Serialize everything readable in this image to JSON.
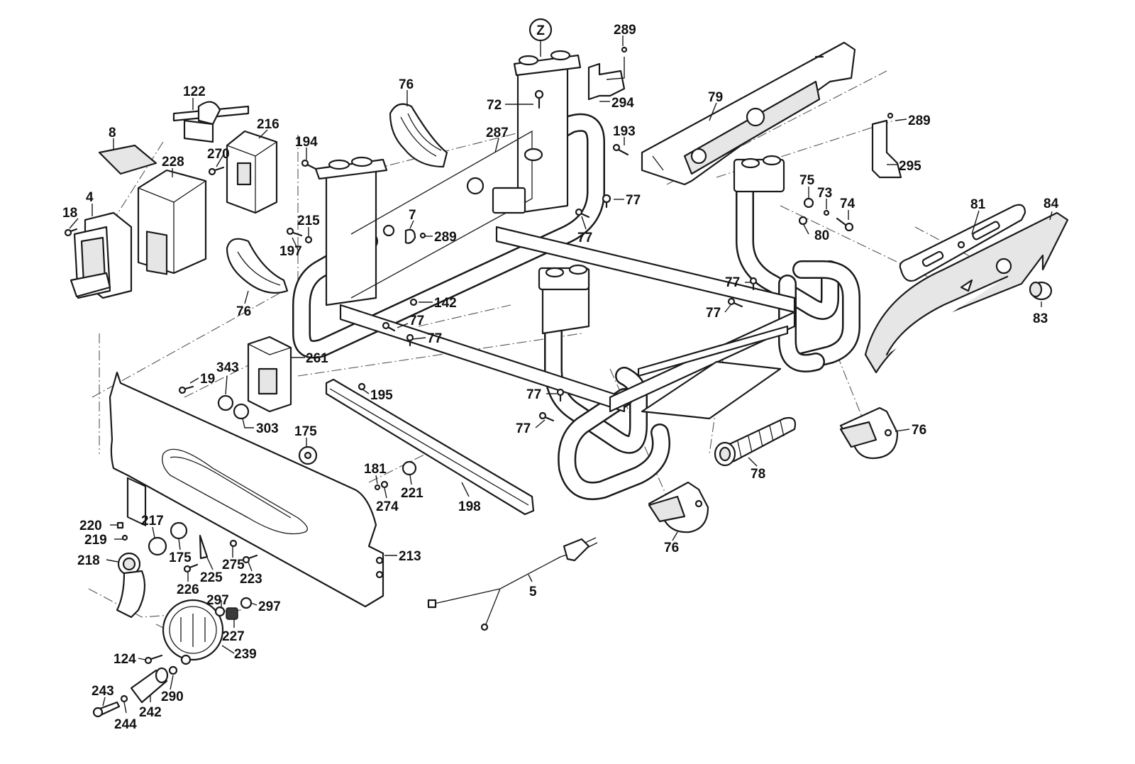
{
  "diagram": {
    "reference_marker": "Z",
    "callouts": [
      "289",
      "72",
      "294",
      "79",
      "76",
      "287",
      "193",
      "289",
      "295",
      "122",
      "216",
      "8",
      "270",
      "228",
      "194",
      "77",
      "75",
      "73",
      "74",
      "4",
      "18",
      "80",
      "77",
      "7",
      "289",
      "215",
      "197",
      "81",
      "84",
      "83",
      "76",
      "142",
      "77",
      "77",
      "77",
      "77",
      "261",
      "343",
      "19",
      "195",
      "303",
      "77",
      "77",
      "76",
      "175",
      "181",
      "221",
      "274",
      "198",
      "78",
      "76",
      "220",
      "217",
      "219",
      "218",
      "175",
      "275",
      "225",
      "226",
      "223",
      "213",
      "297",
      "297",
      "227",
      "239",
      "124",
      "5",
      "243",
      "290",
      "242",
      "244"
    ]
  }
}
